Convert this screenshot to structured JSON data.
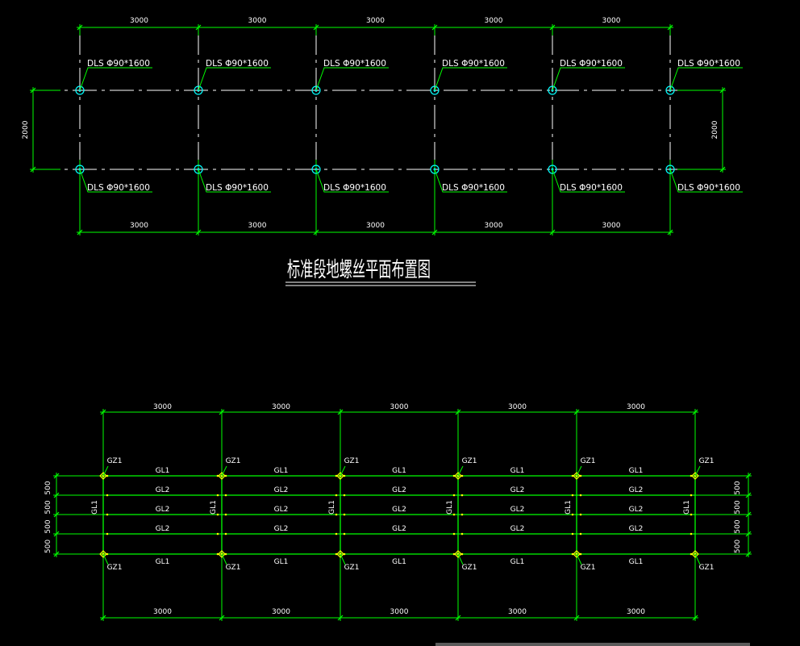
{
  "colors": {
    "background": "#000000",
    "dimension": "#00ff00",
    "text": "#ffffff",
    "axis": "#ffffff",
    "pile": "#00ffff",
    "leader": "#00ff00",
    "beam": "#00ff00",
    "marker": "#ffff00"
  },
  "top_plan": {
    "title": "标准段地螺丝平面布置图",
    "span_label": "3000",
    "row_label": "2000",
    "pile_label": "DLS Φ90*1600",
    "columns": 6,
    "rows": 2
  },
  "bottom_plan": {
    "span_label": "3000",
    "row_gap_label": "500",
    "column_label": "GZ1",
    "outer_beam_label": "GL1",
    "inner_beam_label": "GL2",
    "cross_beam_label": "GL1",
    "columns": 6,
    "beam_rows": 5
  }
}
